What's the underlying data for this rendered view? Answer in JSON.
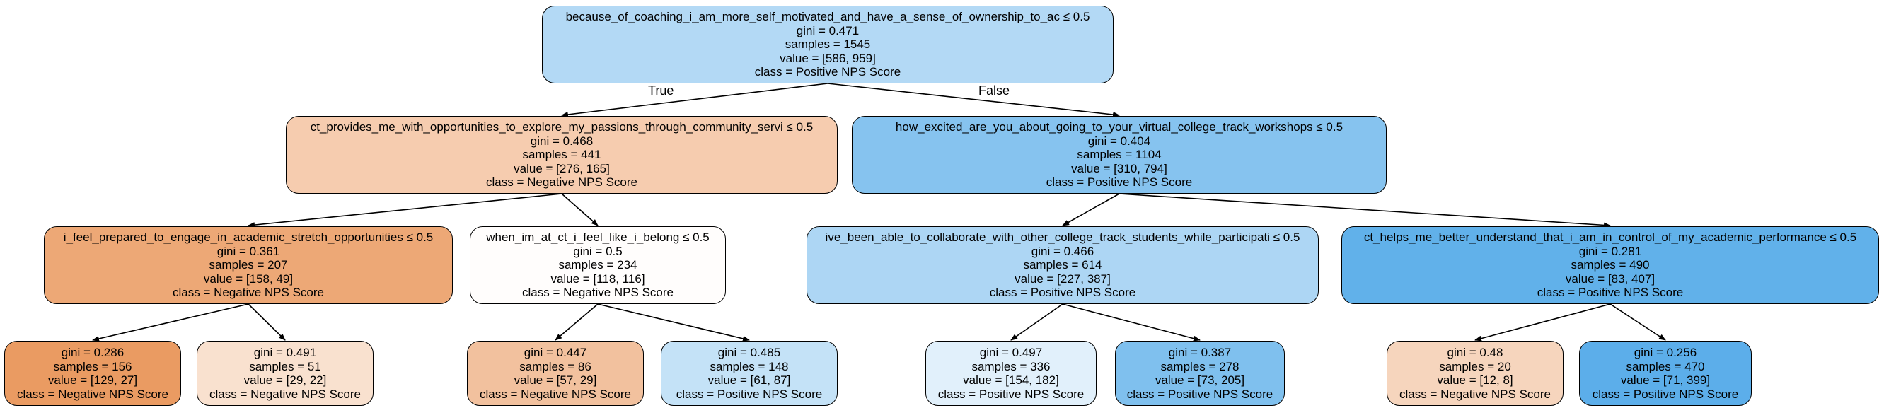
{
  "tree": {
    "nodes": [
      {
        "id": "n0",
        "split": "because_of_coaching_i_am_more_self_motivated_and_have_a_sense_of_ownership_to_ac ≤ 0.5",
        "gini": "gini = 0.471",
        "samples": "samples = 1545",
        "value": "value = [586, 959]",
        "class": "class = Positive NPS Score",
        "fill": "#b3d9f5"
      },
      {
        "id": "n1",
        "split": "ct_provides_me_with_opportunities_to_explore_my_passions_through_community_servi ≤ 0.5",
        "gini": "gini = 0.468",
        "samples": "samples = 441",
        "value": "value = [276, 165]",
        "class": "class = Negative NPS Score",
        "fill": "#f6ccaf"
      },
      {
        "id": "n2",
        "split": "how_excited_are_you_about_going_to_your_virtual_college_track_workshops ≤ 0.5",
        "gini": "gini = 0.404",
        "samples": "samples = 1104",
        "value": "value = [310, 794]",
        "class": "class = Positive NPS Score",
        "fill": "#86c3ef"
      },
      {
        "id": "n3",
        "split": "i_feel_prepared_to_engage_in_academic_stretch_opportunities ≤ 0.5",
        "gini": "gini = 0.361",
        "samples": "samples = 207",
        "value": "value = [158, 49]",
        "class": "class = Negative NPS Score",
        "fill": "#eda876"
      },
      {
        "id": "n4",
        "split": "when_im_at_ct_i_feel_like_i_belong ≤ 0.5",
        "gini": "gini = 0.5",
        "samples": "samples = 234",
        "value": "value = [118, 116]",
        "class": "class = Negative NPS Score",
        "fill": "#fffdfc"
      },
      {
        "id": "n5",
        "split": "ive_been_able_to_collaborate_with_other_college_track_students_while_participati ≤ 0.5",
        "gini": "gini = 0.466",
        "samples": "samples = 614",
        "value": "value = [227, 387]",
        "class": "class = Positive NPS Score",
        "fill": "#add6f4"
      },
      {
        "id": "n6",
        "split": "ct_helps_me_better_understand_that_i_am_in_control_of_my_academic_performance ≤ 0.5",
        "gini": "gini = 0.281",
        "samples": "samples = 490",
        "value": "value = [83, 407]",
        "class": "class = Positive NPS Score",
        "fill": "#61b1ea"
      },
      {
        "id": "n7",
        "split": "",
        "gini": "gini = 0.286",
        "samples": "samples = 156",
        "value": "value = [129, 27]",
        "class": "class = Negative NPS Score",
        "fill": "#ea9b62"
      },
      {
        "id": "n8",
        "split": "",
        "gini": "gini = 0.491",
        "samples": "samples = 51",
        "value": "value = [29, 22]",
        "class": "class = Negative NPS Score",
        "fill": "#f9e1cf"
      },
      {
        "id": "n9",
        "split": "",
        "gini": "gini = 0.447",
        "samples": "samples = 86",
        "value": "value = [57, 29]",
        "class": "class = Negative NPS Score",
        "fill": "#f2c19e"
      },
      {
        "id": "n10",
        "split": "",
        "gini": "gini = 0.485",
        "samples": "samples = 148",
        "value": "value = [61, 87]",
        "class": "class = Positive NPS Score",
        "fill": "#c4e2f7"
      },
      {
        "id": "n11",
        "split": "",
        "gini": "gini = 0.497",
        "samples": "samples = 336",
        "value": "value = [154, 182]",
        "class": "class = Positive NPS Score",
        "fill": "#e1f0fb"
      },
      {
        "id": "n12",
        "split": "",
        "gini": "gini = 0.387",
        "samples": "samples = 278",
        "value": "value = [73, 205]",
        "class": "class = Positive NPS Score",
        "fill": "#7fc0ee"
      },
      {
        "id": "n13",
        "split": "",
        "gini": "gini = 0.48",
        "samples": "samples = 20",
        "value": "value = [12, 8]",
        "class": "class = Negative NPS Score",
        "fill": "#f6d5bd"
      },
      {
        "id": "n14",
        "split": "",
        "gini": "gini = 0.256",
        "samples": "samples = 470",
        "value": "value = [71, 399]",
        "class": "class = Positive NPS Score",
        "fill": "#5caeea"
      }
    ],
    "edges": [
      {
        "from": "n0",
        "to": "n1"
      },
      {
        "from": "n0",
        "to": "n2"
      },
      {
        "from": "n1",
        "to": "n3"
      },
      {
        "from": "n1",
        "to": "n4"
      },
      {
        "from": "n2",
        "to": "n5"
      },
      {
        "from": "n2",
        "to": "n6"
      },
      {
        "from": "n3",
        "to": "n7"
      },
      {
        "from": "n3",
        "to": "n8"
      },
      {
        "from": "n4",
        "to": "n9"
      },
      {
        "from": "n4",
        "to": "n10"
      },
      {
        "from": "n5",
        "to": "n11"
      },
      {
        "from": "n5",
        "to": "n12"
      },
      {
        "from": "n6",
        "to": "n13"
      },
      {
        "from": "n6",
        "to": "n14"
      }
    ],
    "labels": {
      "true_label": "True",
      "false_label": "False"
    }
  }
}
